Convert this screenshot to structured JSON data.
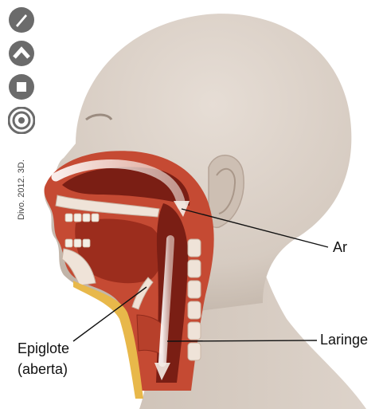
{
  "labels": {
    "air": "Ar",
    "larynx": "Laringe",
    "epiglottis_line1": "Epiglote",
    "epiglottis_line2": "(aberta)"
  },
  "credit": "Divo. 2012. 3D.",
  "logo_icons": [
    "compass-icon",
    "chevron-up-icon",
    "stop-icon",
    "spiral-icon"
  ],
  "colors": {
    "skin": "#d9cfc6",
    "muscle": "#c0402a",
    "cavity": "#7a1e14",
    "bone": "#efe3d8",
    "airflow_arrow": "#f4ece6",
    "fat": "#e8b84a",
    "logo": "#6b6b6b"
  }
}
